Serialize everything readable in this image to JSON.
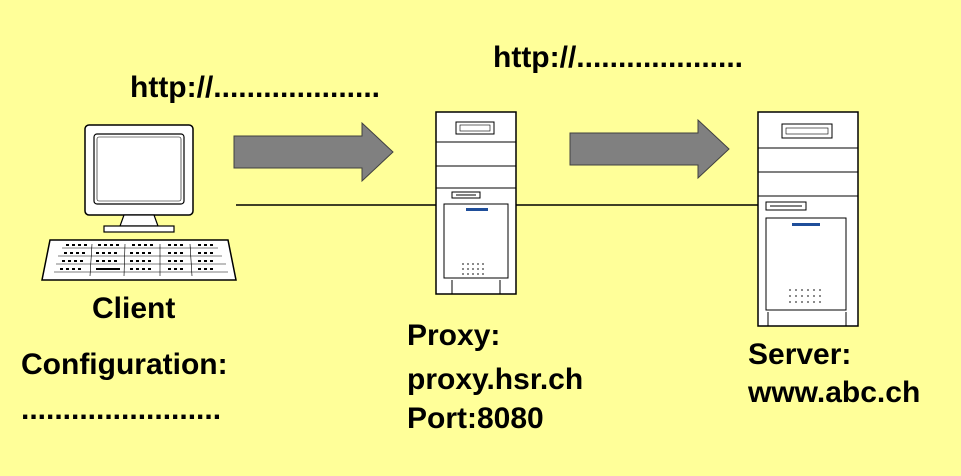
{
  "colors": {
    "background": "#FFFF99",
    "arrow_fill": "#808080",
    "text": "#000000"
  },
  "urls": {
    "client_to_proxy": "http://....................",
    "proxy_to_server": "http://...................."
  },
  "client": {
    "label": "Client",
    "config_label": "Configuration:",
    "config_value": "........................"
  },
  "proxy": {
    "label": "Proxy:",
    "host": "proxy.hsr.ch",
    "port": "Port:8080"
  },
  "server": {
    "label": "Server:",
    "host": "www.abc.ch"
  },
  "icons": {
    "client": "desktop-computer-icon",
    "proxy": "tower-server-icon",
    "server": "tower-server-icon",
    "arrows": "right-arrow-icon"
  }
}
